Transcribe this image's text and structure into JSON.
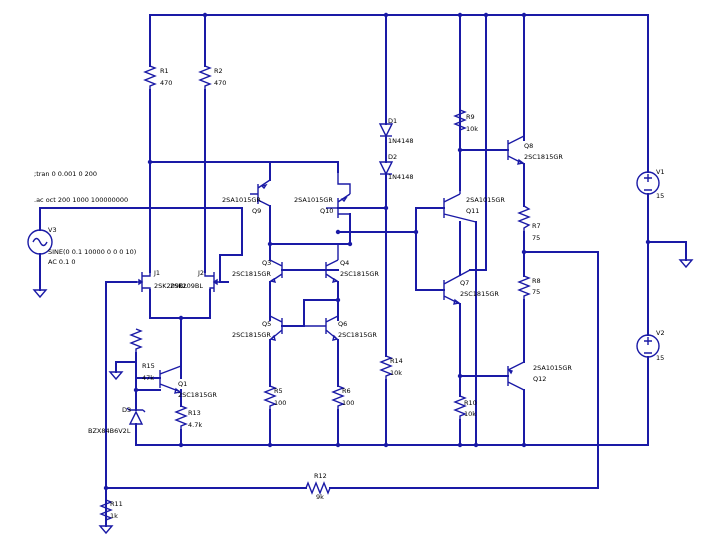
{
  "directives": {
    "tran": ";tran 0 0.001 0 200",
    "four": ".ac oct 200 1000 100000000"
  },
  "sources": {
    "v1": {
      "name": "V1",
      "value": "15"
    },
    "v2": {
      "name": "V2",
      "value": "15"
    },
    "v3": {
      "name": "V3",
      "line1": "SINE(0 0.1 10000 0 0 0 10)",
      "line2": "AC 0.1 0"
    }
  },
  "resistors": {
    "r1": {
      "name": "R1",
      "value": "470"
    },
    "r2": {
      "name": "R2",
      "value": "470"
    },
    "r5": {
      "name": "R5",
      "value": "100"
    },
    "r6": {
      "name": "R6",
      "value": "100"
    },
    "r7": {
      "name": "R7",
      "value": "75"
    },
    "r8": {
      "name": "R8",
      "value": "75"
    },
    "r9": {
      "name": "R9",
      "value": "10k"
    },
    "r10": {
      "name": "R10",
      "value": "10k"
    },
    "r11": {
      "name": "R11",
      "value": "1k"
    },
    "r12": {
      "name": "R12",
      "value": "9k"
    },
    "r13": {
      "name": "R13",
      "value": "4.7k"
    },
    "r14": {
      "name": "R14",
      "value": "10k"
    },
    "r15": {
      "name": "R15",
      "value": "47k"
    }
  },
  "diodes": {
    "d1": {
      "name": "D1",
      "value": "1N4148"
    },
    "d2": {
      "name": "D2",
      "value": "1N4148"
    },
    "d3": {
      "name": "D3",
      "value": "BZX84B6V2L"
    }
  },
  "transistors": {
    "j1": {
      "name": "J1",
      "value": "2SK209BL"
    },
    "j2": {
      "name": "J2",
      "value": "2SK209BL"
    },
    "q1": {
      "name": "Q1",
      "value": "2SC1815GR"
    },
    "q3": {
      "name": "Q3",
      "value": "2SC1815GR"
    },
    "q4": {
      "name": "Q4",
      "value": "2SC1815GR"
    },
    "q5": {
      "name": "Q5",
      "value": "2SC1815GR"
    },
    "q6": {
      "name": "Q6",
      "value": "2SC1815GR"
    },
    "q7": {
      "name": "Q7",
      "value": "2SC1815GR"
    },
    "q8": {
      "name": "Q8",
      "value": "2SC1815GR"
    },
    "q9": {
      "name": "Q9",
      "value": "2SA1015GR"
    },
    "q10": {
      "name": "Q10",
      "value": "2SA1015GR"
    },
    "q11": {
      "name": "Q11",
      "value": "2SA1015GR"
    },
    "q12": {
      "name": "Q12",
      "value": "2SA1015GR"
    }
  },
  "colors": {
    "wire": "#1a1aa6",
    "text": "#000000",
    "background": "#ffffff"
  }
}
